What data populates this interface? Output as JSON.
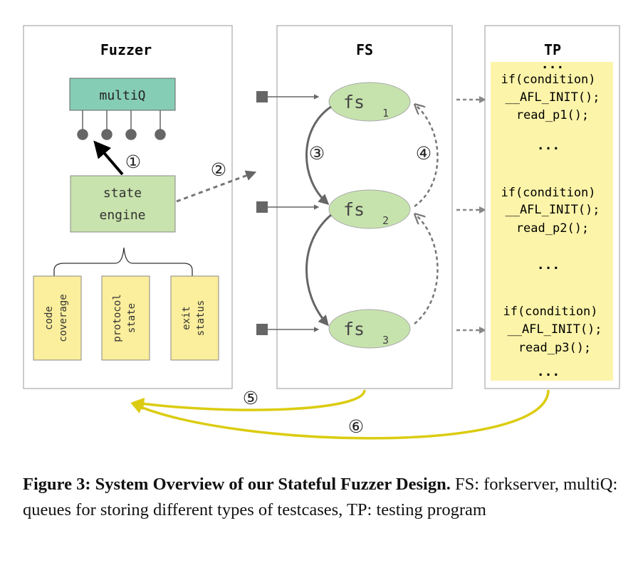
{
  "panels": {
    "fuzzer": "Fuzzer",
    "fs": "FS",
    "tp": "TP"
  },
  "fuzzer": {
    "multiq": "multiQ",
    "state_engine_lines": [
      "state",
      "engine"
    ],
    "feedback": [
      [
        "code",
        "coverage"
      ],
      [
        "protocol",
        "state"
      ],
      [
        "exit",
        "status"
      ]
    ]
  },
  "forkservers": [
    {
      "base": "fs",
      "sub": "1"
    },
    {
      "base": "fs",
      "sub": "2"
    },
    {
      "base": "fs",
      "sub": "3"
    }
  ],
  "tp_blocks": [
    {
      "lines": [
        "if(condition)",
        "__AFL_INIT();",
        "read_p1();"
      ]
    },
    {
      "lines": [
        "if(condition)",
        "__AFL_INIT();",
        "read_p2();"
      ]
    },
    {
      "lines": [
        "if(condition)",
        "__AFL_INIT();",
        "read_p3();"
      ]
    }
  ],
  "ellipsis": "...",
  "steps": [
    "①",
    "②",
    "③",
    "④",
    "⑤",
    "⑥"
  ],
  "colors": {
    "multiq": "#86cdb5",
    "state_engine": "#c8e3ad",
    "feedback": "#fbee9c",
    "fs_node": "#c7e3ad",
    "tp_bg": "#fcf4a9",
    "yellow_arrow": "#dbcc10",
    "gray_arrow": "#888888"
  },
  "caption": {
    "bold": "Figure 3: System Overview of our Stateful Fuzzer Design.",
    "rest": " FS: forkserver, multiQ: queues for storing different types of testcases, TP: testing program"
  }
}
